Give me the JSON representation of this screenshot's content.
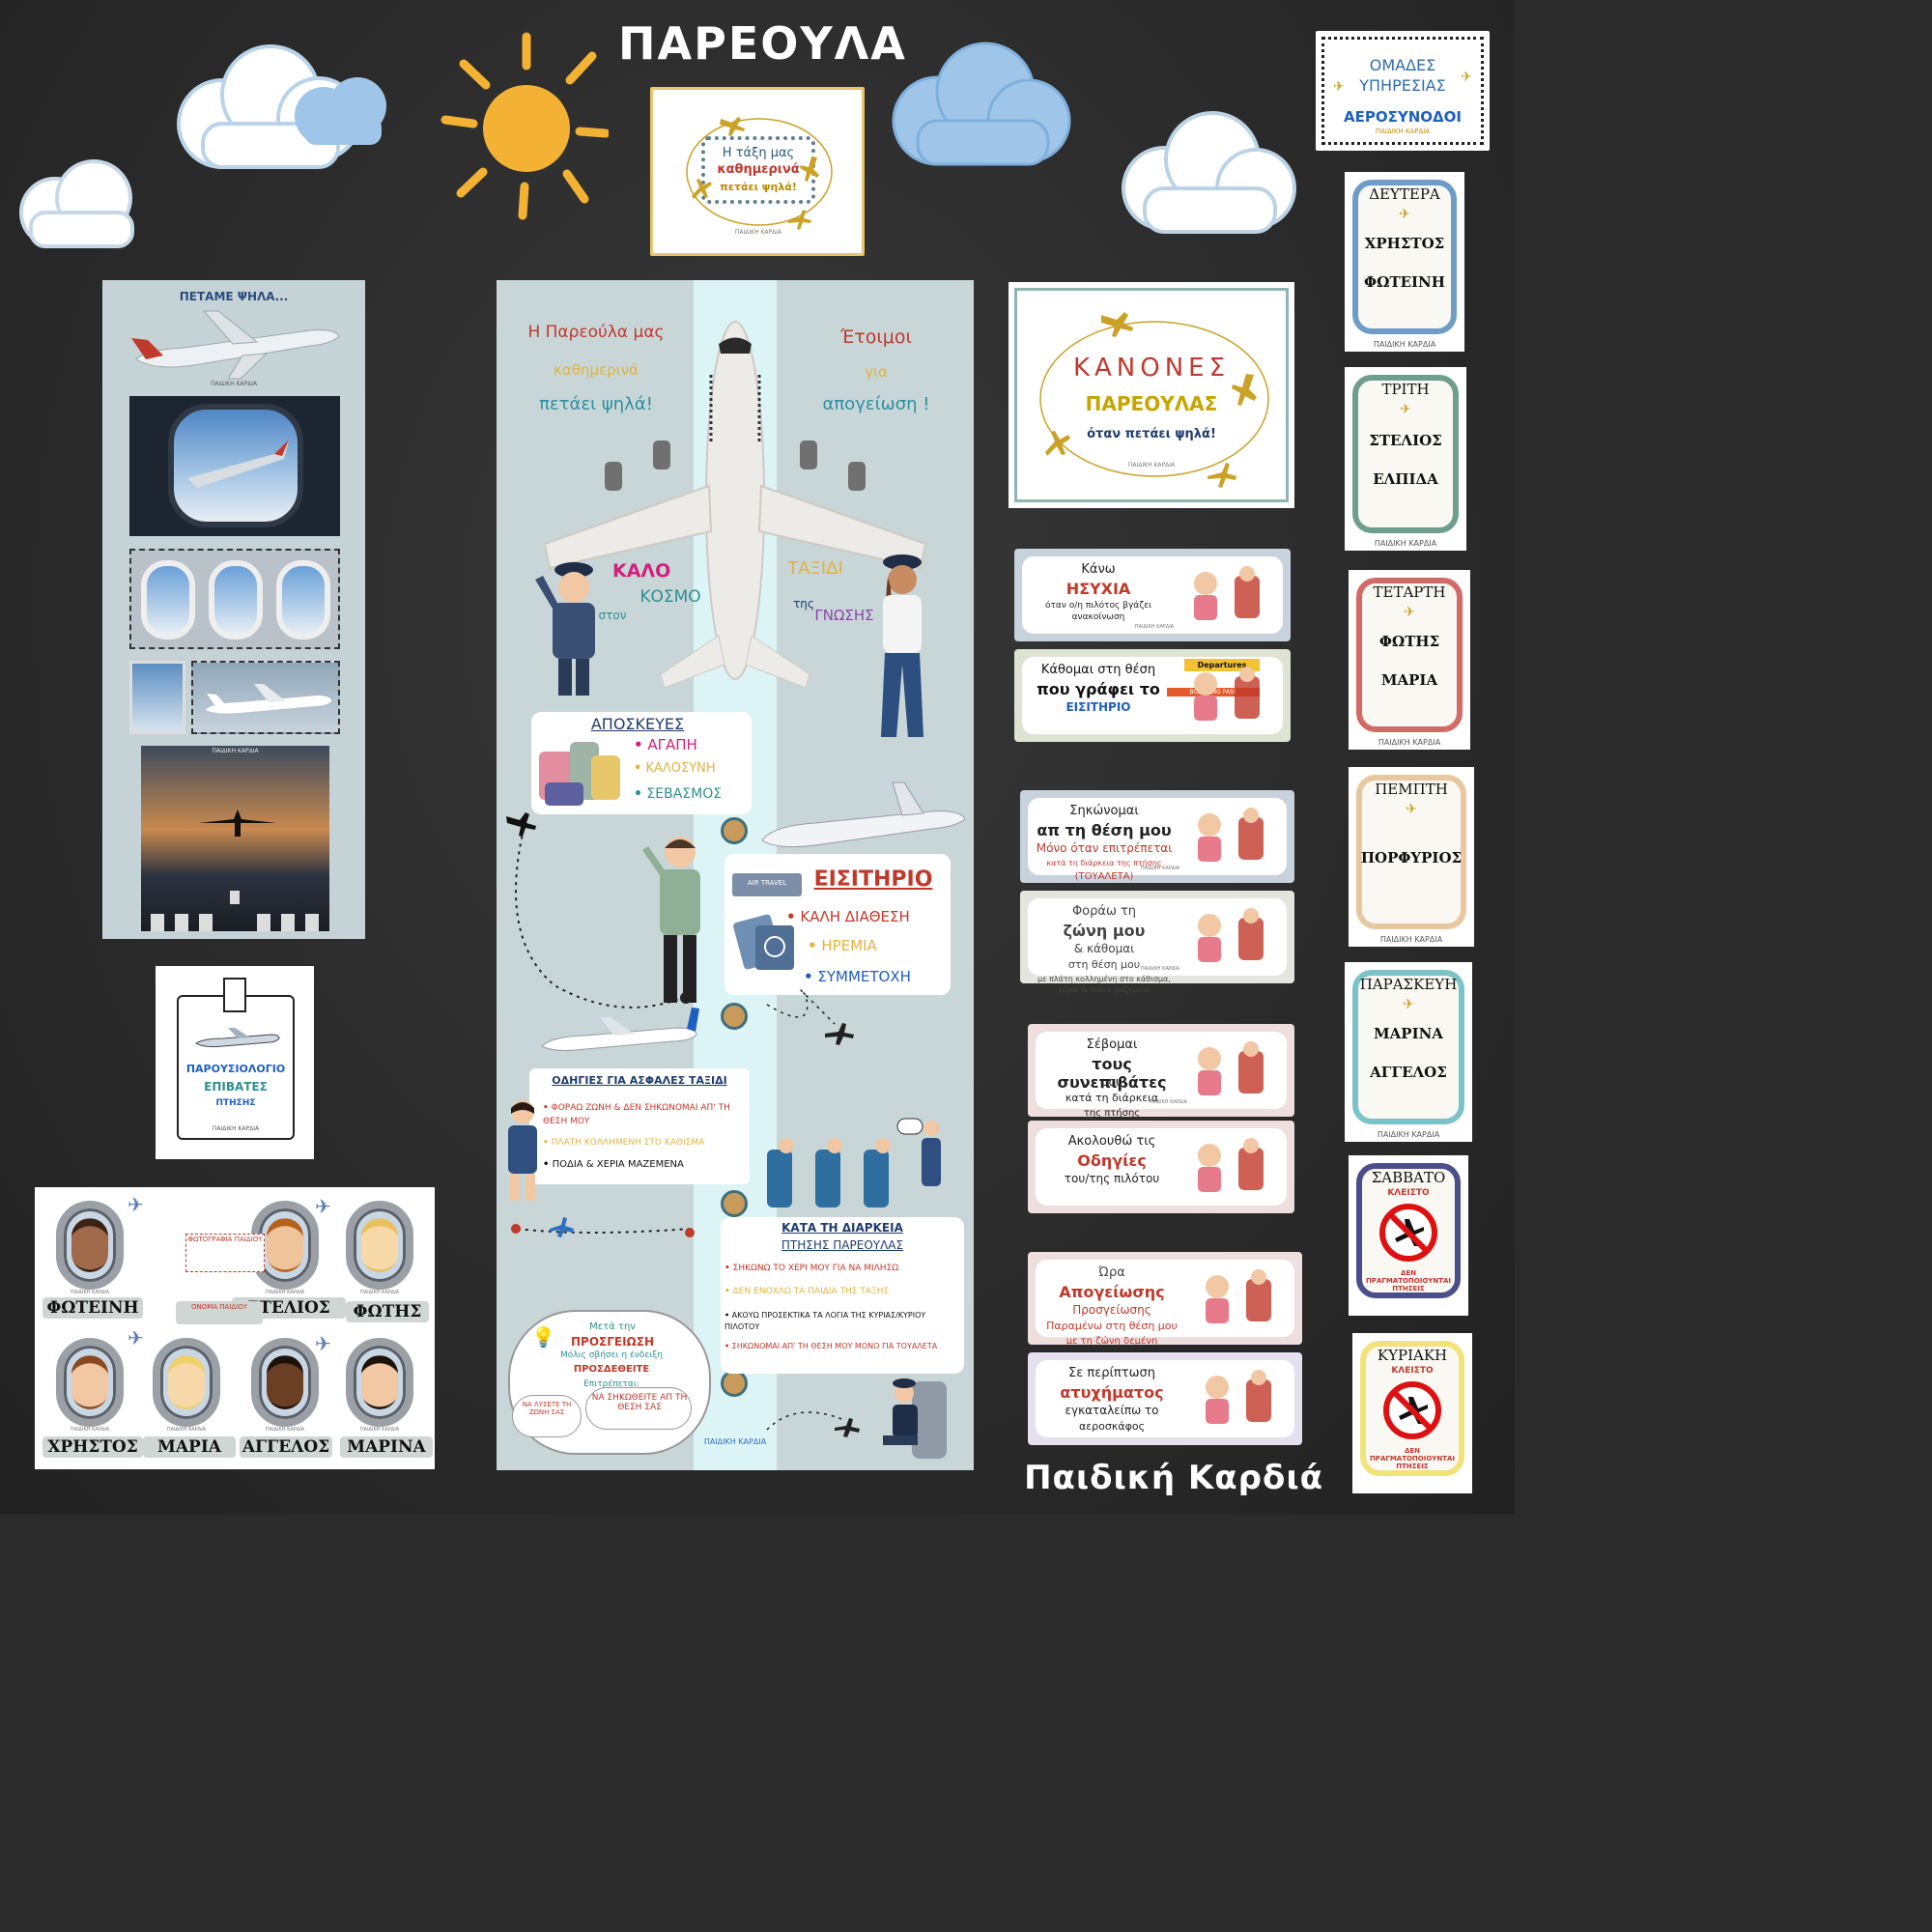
{
  "title": "ΠΑΡΕΟΥΛΑ",
  "brand": "ΠΑΙΔΙΚΗ ΚΑΡΔΙΑ",
  "signature": "Παιδική Καρδιά",
  "colors": {
    "board": "#2b2b2b",
    "sun": "#f3b233",
    "cloud_blue": "#9fc6e8",
    "panel": "#c5d3d6",
    "red": "#c0392b",
    "gold": "#e2b33c",
    "teal": "#2e8f8f",
    "navy": "#1f3b6d"
  },
  "motto_card": {
    "line1": "Η τάξη μας",
    "line2": "καθημερινά",
    "line3": "πετάει ψηλά!",
    "footer": "ΠΑΙΔΙΚΗ ΚΑΡΔΙΑ"
  },
  "groups_card": {
    "line1": "ΟΜΑΔΕΣ",
    "line2": "ΥΠΗΡΕΣΙΑΣ",
    "line3": "ΑΕΡΟΣΥΝΟΔΟΙ",
    "footer": "ΠΑΙΔΙΚΗ ΚΑΡΔΙΑ"
  },
  "days": [
    {
      "day": "ΔΕΥΤΕΡΑ",
      "names": [
        "ΧΡΗΣΤΟΣ",
        "ΦΩΤΕΙΝΗ"
      ],
      "color": "#6e9cc7",
      "footer": "ΠΑΙΔΙΚΗ ΚΑΡΔΙΑ"
    },
    {
      "day": "ΤΡΙΤΗ",
      "names": [
        "ΣΤΕΛΙΟΣ",
        "ΕΛΠΙΔΑ"
      ],
      "color": "#6e9e8e",
      "footer": "ΠΑΙΔΙΚΗ ΚΑΡΔΙΑ"
    },
    {
      "day": "ΤΕΤΑΡΤΗ",
      "names": [
        "ΦΩΤΗΣ",
        "ΜΑΡΙΑ"
      ],
      "color": "#d26a66",
      "footer": "ΠΑΙΔΙΚΗ ΚΑΡΔΙΑ"
    },
    {
      "day": "ΠΕΜΠΤΗ",
      "names": [
        "ΠΟΡΦΥΡΙΟΣ"
      ],
      "color": "#e7c8a0",
      "footer": "ΠΑΙΔΙΚΗ ΚΑΡΔΙΑ"
    },
    {
      "day": "ΠΑΡΑΣΚΕΥΗ",
      "names": [
        "ΜΑΡΙΝΑ",
        "ΑΓΓΕΛΟΣ"
      ],
      "color": "#7cc3c9",
      "footer": "ΠΑΙΔΙΚΗ ΚΑΡΔΙΑ"
    },
    {
      "day": "ΣΑΒΒΑΤΟ",
      "closed": "ΚΛΕΙΣΤΟ",
      "note": "ΔΕΝ ΠΡΑΓΜΑΤΟΠΟΙΟΥΝΤΑΙ ΠΤΗΣΕΙΣ",
      "color": "#4a4e8a"
    },
    {
      "day": "ΚΥΡΙΑΚΗ",
      "closed": "ΚΛΕΙΣΤΟ",
      "note": "ΔΕΝ ΠΡΑΓΜΑΤΟΠΟΙΟΥΝΤΑΙ ΠΤΗΣΕΙΣ",
      "color": "#f2e27a"
    }
  ],
  "left_panel": {
    "title": "ΠΕΤΑΜΕ ΨΗΛΑ...",
    "footer1": "ΠΑΙΔΙΚΗ ΚΑΡΔΙΑ",
    "footer2": "ΠΑΙΔΙΚΗ ΚΑΡΔΙΑ"
  },
  "attendance": {
    "line1": "ΠΑΡΟΥΣΙΟΛΟΓΙΟ",
    "line2": "ΕΠΙΒΑΤΕΣ",
    "line3": "ΠΤΗΣΗΣ",
    "footer": "ΠΑΙΔΙΚΗ ΚΑΡΔΙΑ"
  },
  "passengers": {
    "row1": [
      "ΦΩΤΕΙΝΗ",
      "ΣΤΕΛΙΟΣ",
      "ΦΩΤΗΣ"
    ],
    "row2": [
      "ΧΡΗΣΤΟΣ",
      "ΜΑΡΙΑ",
      "ΑΓΓΕΛΟΣ",
      "ΜΑΡΙΝΑ"
    ],
    "photo_label": "ΦΩΤΟΓΡΑΦΙΑ ΠΑΙΔΙΟΥ",
    "name_label": "ΟΝΟΜΑ ΠΑΙΔΙΟΥ",
    "tiny": "ΠΑΙΔΙΚΗ ΚΑΡΔΙΑ"
  },
  "center": {
    "head_left": [
      "Η Παρεούλα μας",
      "καθημερινά",
      "πετάει ψηλά!"
    ],
    "head_right": [
      "Έτοιμοι",
      "για",
      "απογείωση !"
    ],
    "wish": [
      "ΚΑΛΟ",
      "στον",
      "ΚΟΣΜΟ",
      "ΤΑΞΙΔΙ",
      "της",
      "ΓΝΩΣΗΣ"
    ],
    "luggage": {
      "title": "ΑΠΟΣΚΕΥΕΣ",
      "items": [
        "ΑΓΑΠΗ",
        "ΚΑΛΟΣΥΝΗ",
        "ΣΕΒΑΣΜΟΣ"
      ]
    },
    "ticket": {
      "title": "ΕΙΣΙΤΗΡΙΟ",
      "badge": "AIR TRAVEL",
      "items": [
        "ΚΑΛΗ ΔΙΑΘΕΣΗ",
        "ΗΡΕΜΙΑ",
        "ΣΥΜΜΕΤΟΧΗ"
      ]
    },
    "safety": {
      "title": "ΟΔΗΓΙΕΣ ΓΙΑ ΑΣΦΑΛΕΣ ΤΑΞΙΔΙ",
      "items": [
        "ΦΟΡΑΩ ΖΩΝΗ & ΔΕΝ ΣΗΚΩΝΟΜΑΙ ΑΠ' ΤΗ ΘΕΣΗ ΜΟΥ",
        "ΠΛΑΤΗ ΚΟΛΛΗΜΕΝΗ ΣΤΟ ΚΑΘΙΣΜΑ",
        "ΠΟΔΙΑ & ΧΕΡΙΑ ΜΑΖΕΜΕΝΑ"
      ]
    },
    "during": {
      "title1": "ΚΑΤΑ ΤΗ ΔΙΑΡΚΕΙΑ",
      "title2": "ΠΤΗΣΗΣ ΠΑΡΕΟΥΛΑΣ",
      "items": [
        "ΣΗΚΩΝΩ ΤΟ ΧΕΡΙ ΜΟΥ ΓΙΑ ΝΑ ΜΙΛΗΣΩ",
        "ΔΕΝ ΕΝΟΧΛΩ ΤΑ ΠΑΙΔΙΑ ΤΗΣ ΤΑΞΗΣ",
        "ΑΚΟΥΩ ΠΡΟΣΕΚΤΙΚΑ ΤΑ ΛΟΓΙΑ ΤΗΣ ΚΥΡΙΑΣ/ΚΥΡΙΟΥ ΠΙΛΟΤΟΥ",
        "ΣΗΚΩΝΟΜΑΙ ΑΠ' ΤΗ ΘΕΣΗ ΜΟΥ ΜΟΝΟ ΓΙΑ ΤΟΥΑΛΕΤΑ"
      ]
    },
    "landing": {
      "l1": "Μετά την",
      "l2": "ΠΡΟΣΓΕΙΩΣΗ",
      "l3": "Μόλις σβήσει η ένδειξη",
      "l4": "ΠΡΟΣΔΕΘΕΙΤΕ",
      "l5": "Επιτρέπεται:",
      "opt1": "ΝΑ ΛΥΣΕΤΕ ΤΗ ΖΩΝΗ ΣΑΣ",
      "opt2": "ΝΑ ΣΗΚΩΘΕΙΤΕ ΑΠ ΤΗ ΘΕΣΗ ΣΑΣ"
    },
    "footer": "ΠΑΙΔΙΚΗ ΚΑΡΔΙΑ"
  },
  "rules": {
    "t1": "ΚΑΝΟΝΕΣ",
    "t2": "ΠΑΡΕΟΥΛΑΣ",
    "t3": "όταν πετάει ψηλά!",
    "footer": "ΠΑΙΔΙΚΗ ΚΑΡΔΙΑ"
  },
  "rule_cards": [
    {
      "a": "Κάνω",
      "b": "ΗΣΥΧΙΑ",
      "c": "όταν ο/η πιλότος βγάζει ανακοίνωση",
      "footer": "ΠΑΙΔΙΚΗ ΚΑΡΔΙΑ"
    },
    {
      "a": "Κάθομαι στη θέση",
      "b": "που γράφει το",
      "c": "ΕΙΣΙΤΗΡΙΟ",
      "tag1": "Departures",
      "tag2": "BOARDING PASS"
    },
    {
      "a": "Σηκώνομαι",
      "b": "απ τη θέση μου",
      "c": "Μόνο όταν επιτρέπεται",
      "d": "κατά τη διάρκεια της πτήσης",
      "e": "(ΤΟΥΑΛΕΤΑ)",
      "footer": "ΠΑΙΔΙΚΗ ΚΑΡΔΙΑ"
    },
    {
      "a": "Φοράω τη",
      "b": "ζώνη μου",
      "c": "& κάθομαι",
      "d": "στη θέση μου",
      "e": "με πλάτη κολλημένη στο κάθισμα, χέρια & πόδια μαζεμένα",
      "footer": "ΠΑΙΔΙΚΗ ΚΑΡΔΙΑ"
    },
    {
      "a": "Σέβομαι",
      "b": "τους συνεπιβάτες",
      "c": "μου",
      "d": "κατά τη διάρκεια",
      "e": "της πτήσης",
      "footer": "ΠΑΙΔΙΚΗ ΚΑΡΔΙΑ"
    },
    {
      "a": "Ακολουθώ τις",
      "b": "Οδηγίες",
      "c": "του/της πιλότου"
    },
    {
      "a": "Ώρα",
      "b": "Απογείωσης",
      "c": "Προσγείωσης",
      "d": "Παραμένω στη θέση μου",
      "e": "με τη ζώνη δεμένη"
    },
    {
      "a": "Σε περίπτωση",
      "b": "ατυχήματος",
      "c": "εγκαταλείπω το",
      "d": "αεροσκάφος"
    }
  ]
}
